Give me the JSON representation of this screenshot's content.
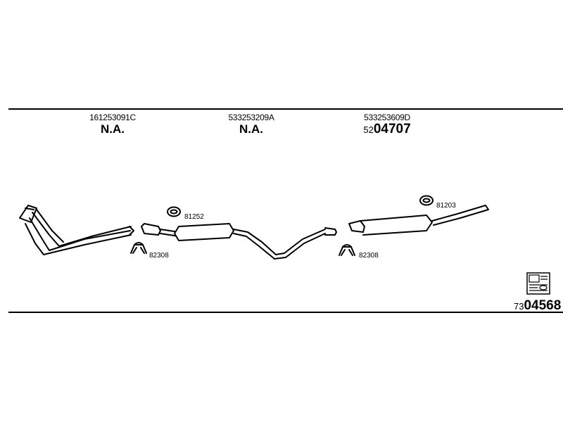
{
  "parts": [
    {
      "number": "161253091C",
      "code": "N.A."
    },
    {
      "number": "533253209A",
      "code": "N.A."
    },
    {
      "number": "533253609D",
      "code_prefix": "52",
      "code_main": "04707"
    }
  ],
  "callouts": {
    "mount_left": "81252",
    "clamp_left": "82308",
    "clamp_right": "82308",
    "mount_right": "81203"
  },
  "set": {
    "code_prefix": "73",
    "code_main": "04568",
    "icon": "kit-box-icon"
  }
}
